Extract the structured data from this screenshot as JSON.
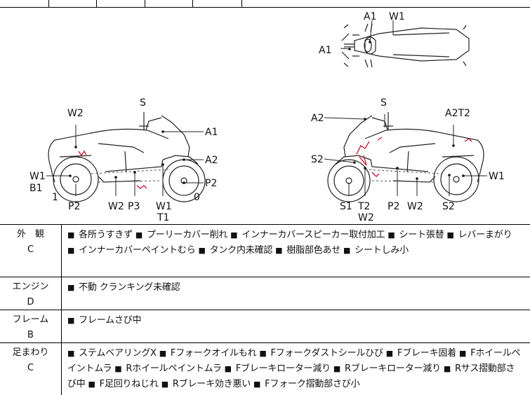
{
  "diagram": {
    "top_view_labels": [
      "A1",
      "W1",
      "A1"
    ],
    "left_view_labels": [
      "W2",
      "S",
      "A1",
      "A2",
      "P2",
      "W1",
      "B1",
      "1",
      "P2",
      "W2",
      "P3",
      "W1",
      "T1",
      "0"
    ],
    "right_view_labels": [
      "S",
      "A2",
      "A2T2",
      "S2",
      "W1",
      "S1",
      "T2",
      "W2",
      "P2",
      "W2",
      "S2"
    ]
  },
  "sections": [
    {
      "name": "外　観",
      "grade": "C",
      "items": [
        "各所うすきず",
        "プーリーカバー削れ",
        "インナーカバースピーカー取付加工",
        "シート張替",
        "レバーまがり",
        "インナーカバーペイントむら",
        "タンク内未確認",
        "樹脂部色あせ",
        "シートしみ小"
      ]
    },
    {
      "name": "エンジン",
      "grade": "D",
      "items": [
        "不動 クランキング未確認"
      ]
    },
    {
      "name": "フレーム",
      "grade": "B",
      "items": [
        "フレームさび中"
      ]
    },
    {
      "name": "足まわり",
      "grade": "C",
      "items": [
        "ステムベアリングX",
        "Fフォークオイルもれ",
        "Fフォークダストシールひび",
        "Fブレーキ固着",
        "Fホイールペイントムラ",
        "Rホイールペイントムラ",
        "Fブレーキローター減り",
        "Rブレーキローター減り",
        "Rサス摺動部さび中",
        "F足回りねじれ",
        "Rブレーキ効き悪い",
        "Fフォーク摺動部さび小"
      ]
    }
  ],
  "marker": "■",
  "colors": {
    "damage_mark": "#c8102e",
    "line": "#222222",
    "dash": "#555555"
  }
}
